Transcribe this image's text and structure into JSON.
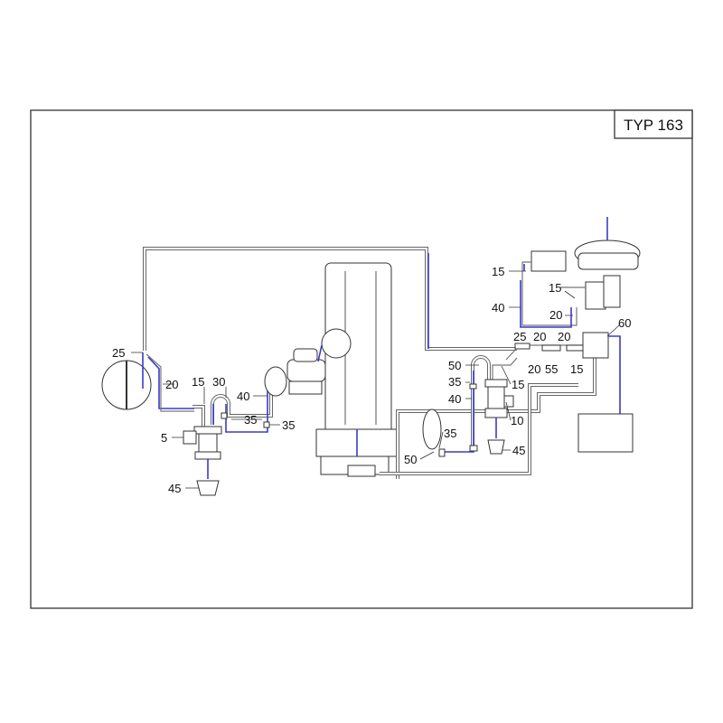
{
  "title": "TYP 163",
  "labels_left": {
    "l25": "25",
    "l20": "20",
    "l15": "15",
    "l30": "30",
    "l40": "40",
    "l35a": "35",
    "l35b": "35",
    "l5": "5",
    "l45": "45"
  },
  "labels_right": {
    "top15": "15",
    "top40": "40",
    "valve15": "15",
    "valve20": "20",
    "t25": "25",
    "t20a": "20",
    "t20b": "20",
    "t60": "60",
    "b20": "20",
    "b55": "55",
    "b15": "15",
    "f50": "50",
    "f35": "35",
    "f40": "40",
    "f15": "15",
    "f10": "10",
    "p35": "35",
    "p45": "45",
    "p50": "50"
  },
  "colors": {
    "frame": "#333333",
    "pipe": "#777777",
    "hose": "#3a3acc"
  }
}
